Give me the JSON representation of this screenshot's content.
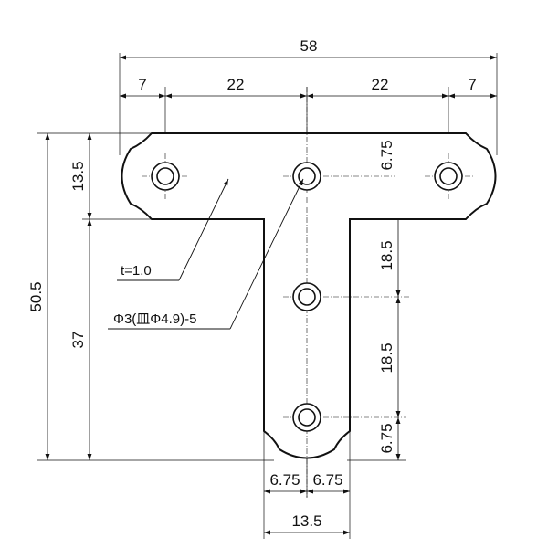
{
  "drawing": {
    "dimensions": {
      "overall_width": "58",
      "edge_left": "7",
      "span_left": "22",
      "span_right": "22",
      "edge_right": "7",
      "top_hole_offset": "6.75",
      "stem_span_upper": "18.5",
      "stem_span_lower": "18.5",
      "bottom_hole_offset": "6.75",
      "overall_height": "50.5",
      "top_bar_height": "13.5",
      "stem_height": "37",
      "stem_half_left": "6.75",
      "stem_half_right": "6.75",
      "stem_width": "13.5"
    },
    "notes": {
      "thickness": "t=1.0",
      "hole_spec": "Φ3(皿Φ4.9)-5"
    }
  }
}
